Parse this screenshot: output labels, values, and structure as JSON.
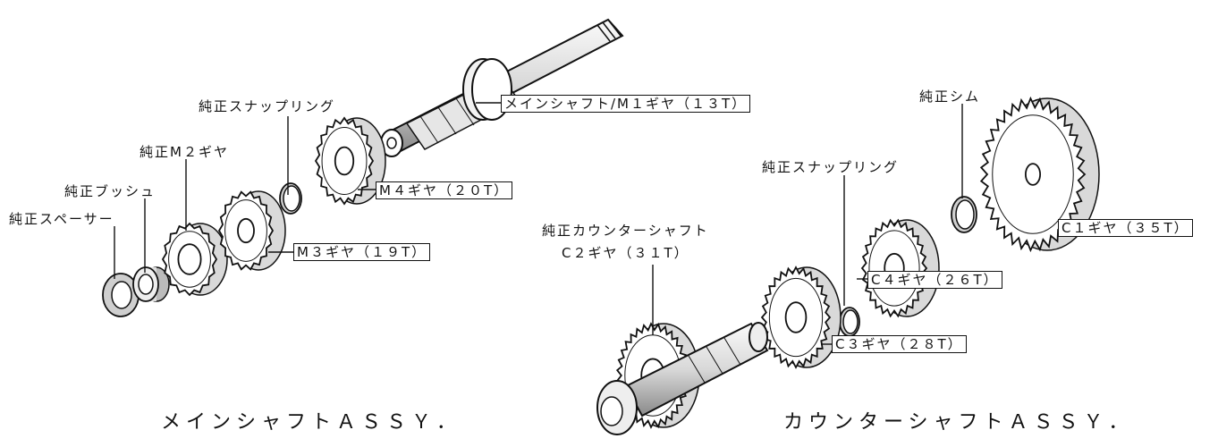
{
  "labels": {
    "spacer": "純正スペーサー",
    "bush": "純正ブッシュ",
    "m2": "純正M２ギヤ",
    "snap_main": "純正スナップリング",
    "m3": "M３ギヤ（１９T）",
    "m4": "M４ギヤ（２０T）",
    "mainshaft": "メインシャフト/M１ギヤ（１３T）",
    "shim": "純正シム",
    "snap_counter": "純正スナップリング",
    "counter_line1": "純正カウンターシャフト",
    "counter_line2": "C２ギヤ（３１T）",
    "c1": "C１ギヤ（３５T）",
    "c4": "C４ギヤ（２６T）",
    "c3": "C３ギヤ（２８T）"
  },
  "captions": {
    "main_assy": "メインシャフトＡＳＳＹ．",
    "counter_assy": "カウンターシャフトＡＳＳＹ．"
  },
  "colors": {
    "line": "#111111",
    "gear_fill": "#ffffff",
    "shade": "#555555"
  }
}
